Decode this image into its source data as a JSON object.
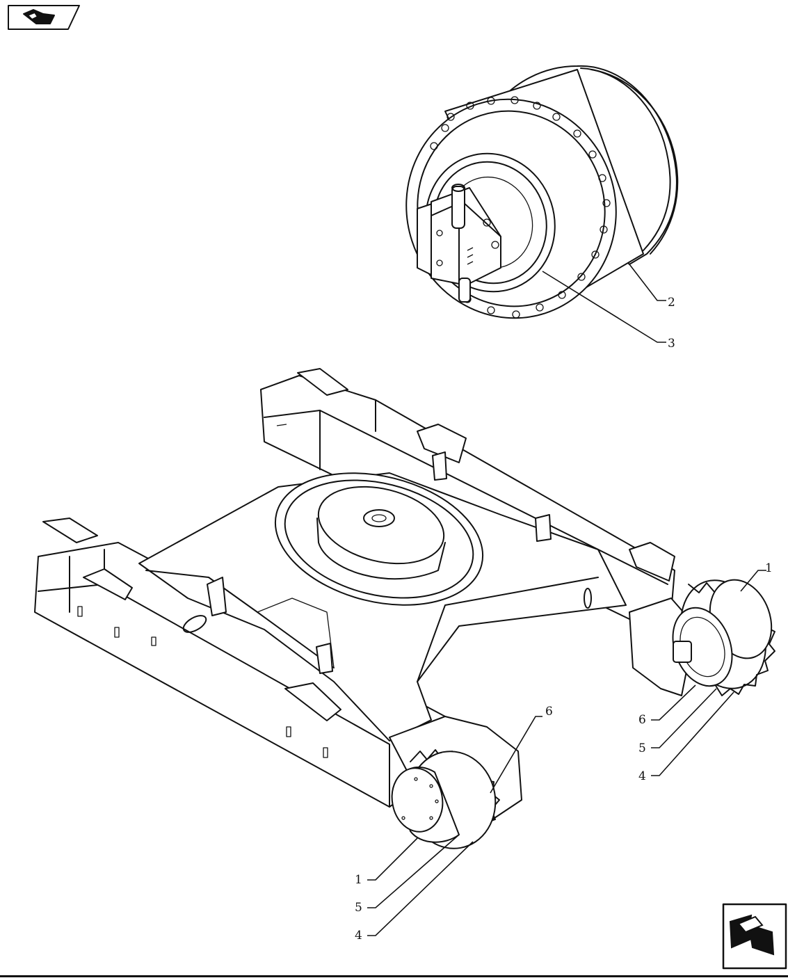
{
  "callouts": {
    "motor_2": "2",
    "motor_3": "3",
    "right_1": "1",
    "right_6": "6",
    "right_5": "5",
    "right_4": "4",
    "left_6": "6",
    "left_1": "1",
    "left_5": "5",
    "left_4": "4"
  },
  "icons": {
    "top_left": "previous-page-icon",
    "bottom_right": "next-page-icon"
  },
  "colors": {
    "line": "#111111",
    "background": "#ffffff"
  }
}
